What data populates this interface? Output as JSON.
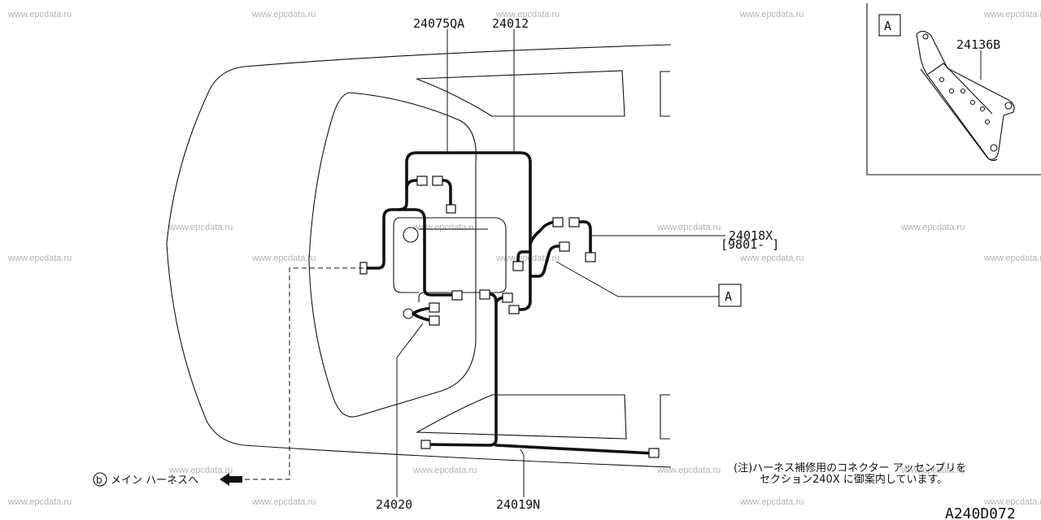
{
  "watermark": "www.epcdata.ru",
  "part_numbers": {
    "p24075QA": "24075QA",
    "p24012": "24012",
    "p24018X": "24018X",
    "date_range": "[9801-     ]",
    "p24020": "24020",
    "p24019N": "24019N",
    "p24136B": "24136B"
  },
  "callout": "A",
  "main_harness": {
    "symbol": "b",
    "label": "メイン  ハーネスへ"
  },
  "note": {
    "line1": "(注)ハーネス補修用のコネクター  アッセンブリを",
    "line2": "セクション240X に御案内しています。"
  },
  "figure_code": "A240D072",
  "icons": {
    "arrow": "left-arrow-icon",
    "circled": "circled-letter-icon"
  }
}
